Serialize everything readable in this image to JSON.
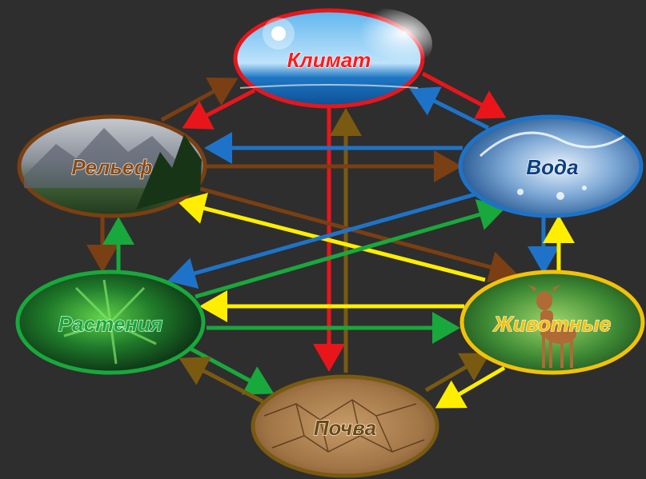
{
  "colors": {
    "background": "#2e2e2e",
    "climate": "#e8161b",
    "relief": "#7a3f12",
    "water": "#1e73c8",
    "plants": "#19a83c",
    "animals": "#f2c20a",
    "soil": "#7a5a10",
    "yellow_arrow": "#ffee00"
  },
  "nodes": {
    "climate": {
      "label": "Климат"
    },
    "relief": {
      "label": "Рельеф"
    },
    "water": {
      "label": "Вода"
    },
    "plants": {
      "label": "Растения"
    },
    "animals": {
      "label": "Животные"
    },
    "soil": {
      "label": "Почва"
    }
  },
  "connections": [
    {
      "from": "climate",
      "to": "relief",
      "color": "red"
    },
    {
      "from": "relief",
      "to": "climate",
      "color": "brown"
    },
    {
      "from": "climate",
      "to": "water",
      "color": "red"
    },
    {
      "from": "water",
      "to": "climate",
      "color": "blue"
    },
    {
      "from": "climate",
      "to": "soil",
      "color": "red"
    },
    {
      "from": "soil",
      "to": "climate",
      "color": "olive"
    },
    {
      "from": "water",
      "to": "relief",
      "color": "blue"
    },
    {
      "from": "relief",
      "to": "water",
      "color": "brown"
    },
    {
      "from": "relief",
      "to": "plants",
      "color": "brown"
    },
    {
      "from": "plants",
      "to": "relief",
      "color": "green"
    },
    {
      "from": "relief",
      "to": "animals",
      "color": "brown"
    },
    {
      "from": "animals",
      "to": "relief",
      "color": "yellow"
    },
    {
      "from": "water",
      "to": "plants",
      "color": "blue"
    },
    {
      "from": "plants",
      "to": "water",
      "color": "green"
    },
    {
      "from": "water",
      "to": "animals",
      "color": "blue"
    },
    {
      "from": "animals",
      "to": "water",
      "color": "yellow"
    },
    {
      "from": "animals",
      "to": "plants",
      "color": "yellow"
    },
    {
      "from": "plants",
      "to": "animals",
      "color": "green"
    },
    {
      "from": "plants",
      "to": "soil",
      "color": "green"
    },
    {
      "from": "soil",
      "to": "plants",
      "color": "olive"
    },
    {
      "from": "animals",
      "to": "soil",
      "color": "yellow"
    },
    {
      "from": "soil",
      "to": "animals",
      "color": "olive"
    }
  ]
}
